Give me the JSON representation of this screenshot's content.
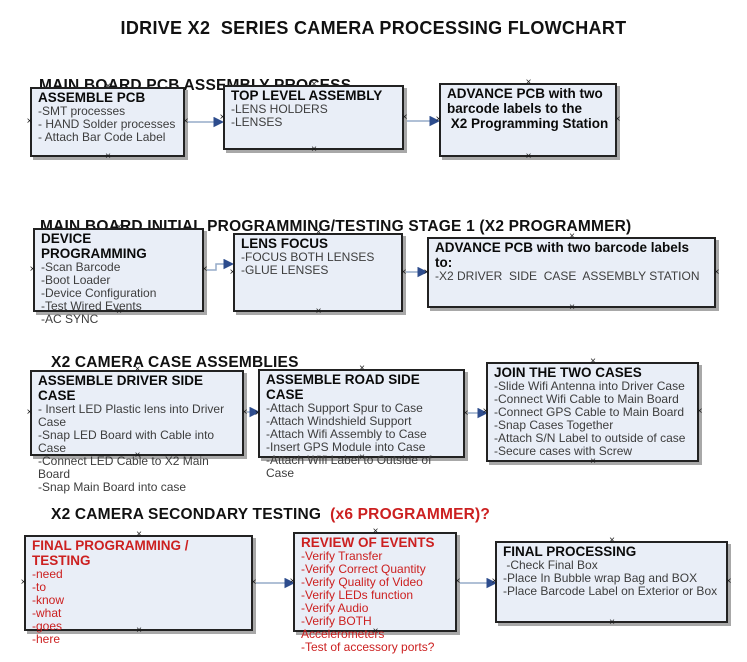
{
  "title": "IDRIVE X2  SERIES CAMERA PROCESSING FLOWCHART",
  "colors": {
    "box_fill": "#e9eef7",
    "box_border": "#222222",
    "box_shadow": "#a8a8a8",
    "body_text": "#3d3d3d",
    "red_text": "#cc2020",
    "arrow_line": "#95abc9",
    "arrow_head": "#2d4c8d"
  },
  "icons": {
    "connection_handle": "×"
  },
  "sections": [
    {
      "heading": "MAIN BOARD PCB ASSEMBLY PROCESS",
      "boxes": [
        {
          "id": "assemble-pcb",
          "title": "ASSEMBLE PCB",
          "items": [
            "-SMT processes",
            "- HAND Solder processes",
            "- Attach Bar Code Label"
          ]
        },
        {
          "id": "top-level-assembly",
          "title": "TOP LEVEL ASSEMBLY",
          "items": [
            "-LENS HOLDERS",
            "-LENSES"
          ]
        },
        {
          "id": "advance-pcb-to-programming-station",
          "title": "ADVANCE PCB with two barcode labels to the\n X2 Programming Station",
          "items": []
        }
      ]
    },
    {
      "heading": "MAIN BOARD INITIAL PROGRAMMING/TESTING STAGE 1 (X2 PROGRAMMER)",
      "boxes": [
        {
          "id": "device-programming",
          "title": "DEVICE PROGRAMMING",
          "items": [
            "-Scan Barcode",
            "-Boot Loader",
            "-Device Configuration",
            "-Test Wired Events",
            "-AC SYNC"
          ]
        },
        {
          "id": "lens-focus",
          "title": "LENS FOCUS",
          "items": [
            "-FOCUS BOTH LENSES",
            "-GLUE LENSES"
          ]
        },
        {
          "id": "advance-pcb-to-case-assembly",
          "title": "ADVANCE PCB with two barcode labels to:",
          "items": [
            "-X2 DRIVER  SIDE  CASE  ASSEMBLY STATION"
          ]
        }
      ]
    },
    {
      "heading": "X2 CAMERA CASE ASSEMBLIES",
      "boxes": [
        {
          "id": "assemble-driver-side-case",
          "title": "ASSEMBLE DRIVER SIDE CASE",
          "items": [
            "- Insert LED Plastic lens into Driver Case",
            "-Snap LED Board with Cable into Case",
            "-Connect LED Cable to X2 Main Board",
            "-Snap Main Board into case"
          ]
        },
        {
          "id": "assemble-road-side-case",
          "title": "ASSEMBLE ROAD SIDE CASE",
          "items": [
            "-Attach Support Spur to Case",
            "-Attach Windshield Support",
            "-Attach Wifi Assembly to Case",
            "-Insert GPS Module into Case",
            "-Attach Wifi Label to Outside of Case"
          ]
        },
        {
          "id": "join-the-two-cases",
          "title": "JOIN THE TWO CASES",
          "items": [
            "-Slide Wifi Antenna into Driver Case",
            "-Connect Wifi Cable to Main Board",
            "-Connect GPS Cable to Main Board",
            "-Snap Cases Together",
            "-Attach S/N Label to outside of case",
            "-Secure cases with Screw"
          ]
        }
      ]
    },
    {
      "heading": "X2 CAMERA SECONDARY TESTING",
      "heading_suffix": "  (x6 PROGRAMMER)?",
      "boxes": [
        {
          "id": "final-programming-testing",
          "title": "FINAL PROGRAMMING / TESTING",
          "red": true,
          "items": [
            "-need",
            "-to",
            "-know",
            "-what",
            "-goes",
            "-here"
          ]
        },
        {
          "id": "review-of-events",
          "title": "REVIEW OF EVENTS",
          "red": true,
          "items": [
            "-Verify Transfer",
            "-Verify Correct Quantity",
            "-Verify Quality of Video",
            "-Verify LEDs function",
            "-Verify Audio",
            "-Verify BOTH Accelerometers",
            "-Test of accessory ports?"
          ]
        },
        {
          "id": "final-processing",
          "title": "FINAL PROCESSING",
          "items": [
            " -Check Final Box",
            "-Place In Bubble wrap Bag and BOX",
            "-Place Barcode Label on Exterior or Box"
          ]
        }
      ]
    }
  ]
}
